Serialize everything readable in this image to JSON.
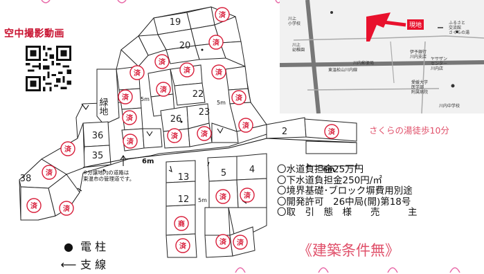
{
  "aerial_video_label": "空中撮影動画",
  "lots": {
    "n19": "19",
    "n20": "20",
    "n22": "22",
    "n23": "23",
    "n26": "26",
    "n36": "36",
    "n35": "35",
    "n38": "38",
    "n2": "2",
    "n13": "13",
    "n12": "12",
    "n5": "5",
    "n4": "4"
  },
  "green_space": "緑地",
  "road_labels": {
    "r6a": "6m",
    "r6b": "6m",
    "r5a": "5m",
    "r5b": "5m",
    "r5c": "5m"
  },
  "stamps": {
    "sold": "済",
    "negotiating": "商"
  },
  "road_note_line1": "※分譲地内の道路は",
  "road_note_line2": "東温市の管理道です。",
  "legend": {
    "pole": "電 柱",
    "guy_wire": "支 線"
  },
  "map": {
    "site_label": "現地",
    "labels": {
      "school": "川上\n小学校",
      "kindergarten": "川上\n幼稚園",
      "bank": "伊予銀行\n川内支店",
      "yasuragi": "ヤサザン\nセンター\n川内店",
      "hospital": "愛媛大学\n医学部\n附属病院",
      "junior_high": "川内中学校",
      "post": "川内郵便局",
      "road": "東温松山川内線",
      "furusato": "ふるさと\n交流館\nさくらの湯"
    }
  },
  "sakura_text": "さくらの湯徒歩10分",
  "info": {
    "line1": "〇水道負担金25万円",
    "line2": "〇下水道負担金250円/㎡",
    "line3": "〇境界基礎･ブロック塀費用別途",
    "line4": "〇開発許可　26中局(開)第18号",
    "line5": "〇取　引　態　様　　売　　　主"
  },
  "condition": "《建築条件無》"
}
